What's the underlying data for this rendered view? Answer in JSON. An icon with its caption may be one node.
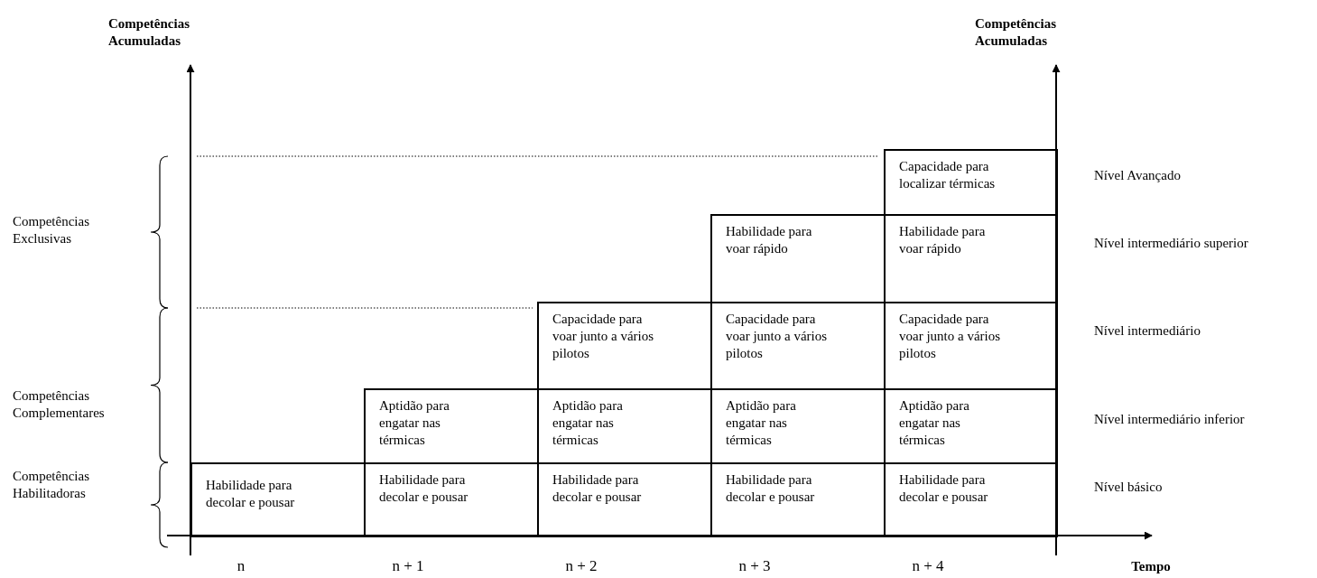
{
  "diagram": {
    "nodes": [
      {
        "text": [
          "Capacidade para localizar térmicas"
        ]
      },
      {
        "text": [
          "Habilidade para voar rápido"
        ]
      },
      {
        "text": [
          "Habilidade para voar rápido"
        ]
      },
      {
        "text": [
          "Capacidade para voar junto a vários pilotos"
        ]
      },
      {
        "text": [
          "Capacidade para voar junto a vários pilotos"
        ]
      },
      {
        "text": [
          "Capacidade para voar junto a vários pilotos"
        ]
      },
      {
        "text": [
          "Aptidão para engatar nas térmicas"
        ]
      },
      {
        "text": [
          "Aptidão para engatar nas térmicas"
        ]
      },
      {
        "text": [
          "Aptidão para engatar nas térmicas"
        ]
      },
      {
        "text": [
          "Aptidão para engatar nas térmicas"
        ]
      },
      {
        "text": [
          "Habilidade para decolar e pousar"
        ]
      },
      {
        "text": [
          "Habilidade para decolar e pousar"
        ]
      },
      {
        "text": [
          "Habilidade para decolar e pousar"
        ]
      },
      {
        "text": [
          "Habilidade para decolar e pousar"
        ]
      },
      {
        "text": [
          "Habilidade para decolar e pousar"
        ]
      }
    ],
    "labels": [
      "Competências Acumuladas",
      "Competências Acumuladas",
      "Nível Avançado",
      "Competências Exclusivas",
      "Nível intermediário superior",
      "Nível intermediário",
      "Competências Complementares",
      "Nível intermediário inferior",
      "Competências Habilitadoras",
      "Nível básico",
      "n",
      "n + 1",
      "n + 2",
      "n + 3",
      "n + 4",
      "Tempo"
    ]
  }
}
